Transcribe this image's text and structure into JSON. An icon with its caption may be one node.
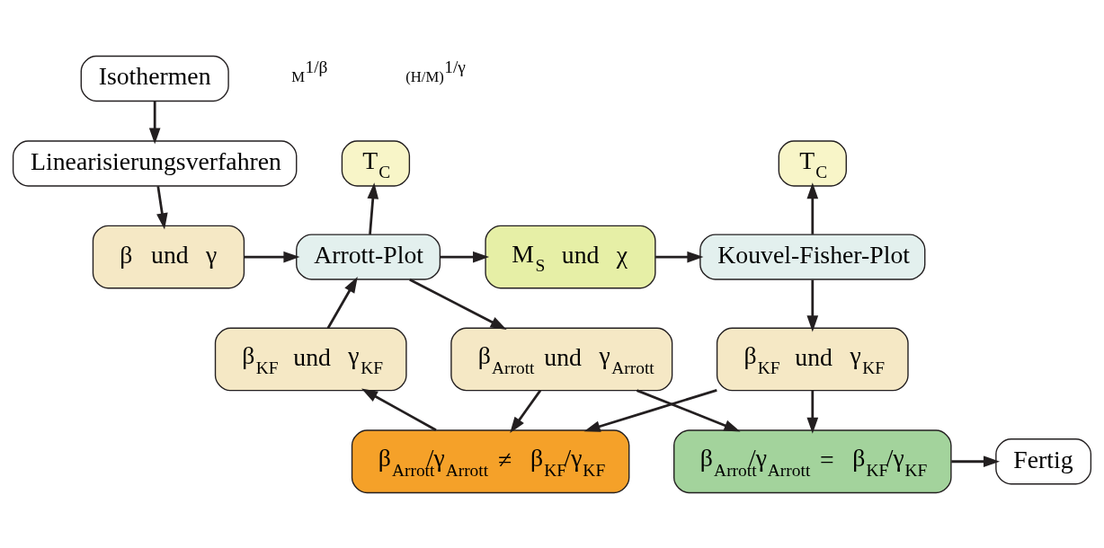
{
  "diagram": {
    "nodes": [
      {
        "text": [
          "Isothermen"
        ]
      },
      {
        "text": [
          "Linearisierungsverfahren"
        ]
      },
      {
        "text": [
          "β und γ"
        ]
      },
      {
        "text": [
          "Arrott-Plot"
        ]
      },
      {
        "text": [
          "T$_{C}$"
        ]
      },
      {
        "text": [
          "M$_{S}$ und χ"
        ]
      },
      {
        "text": [
          "Kouvel-Fisher-Plot"
        ]
      },
      {
        "text": [
          "T$_{C}$"
        ]
      },
      {
        "text": [
          "β$_{KF}$ und γ$_{KF}$"
        ]
      },
      {
        "text": [
          "β$_{Arrott}$ und γ$_{Arrott}$"
        ]
      },
      {
        "text": [
          "β$_{KF}$ und γ$_{KF}$"
        ]
      },
      {
        "text": [
          "β$_{Arrott}$/γ$_{Arrott}$ ≠ β$_{KF}$/γ$_{KF}$"
        ]
      },
      {
        "text": [
          "β$_{Arrott}$/γ$_{Arrott}$ = β$_{KF}$/γ$_{KF}$"
        ]
      },
      {
        "text": [
          "Fertig"
        ]
      }
    ],
    "edges": [
      {
        "from": 0,
        "to": 1,
        "arrow": "to"
      },
      {
        "from": 1,
        "to": 2,
        "arrow": "to"
      },
      {
        "from": 2,
        "to": 3,
        "arrow": "to"
      },
      {
        "from": 3,
        "to": 4,
        "arrow": "to"
      },
      {
        "from": 3,
        "to": 5,
        "arrow": "to"
      },
      {
        "from": 5,
        "to": 6,
        "arrow": "to"
      },
      {
        "from": 6,
        "to": 7,
        "arrow": "to"
      },
      {
        "from": 3,
        "to": 9,
        "arrow": "to"
      },
      {
        "from": 6,
        "to": 8,
        "arrow": "to"
      },
      {
        "from": 10,
        "to": 3,
        "arrow": "to"
      },
      {
        "from": 9,
        "to": 11,
        "arrow": "to"
      },
      {
        "from": 9,
        "to": 12,
        "arrow": "to"
      },
      {
        "from": 8,
        "to": 11,
        "arrow": "to"
      },
      {
        "from": 8,
        "to": 12,
        "arrow": "to"
      },
      {
        "from": 11,
        "to": 10,
        "arrow": "to"
      },
      {
        "from": 12,
        "to": 13,
        "arrow": "to"
      }
    ],
    "labels": [
      "M$^{1/β}$",
      "(H/M)$^{1/γ}$"
    ]
  }
}
